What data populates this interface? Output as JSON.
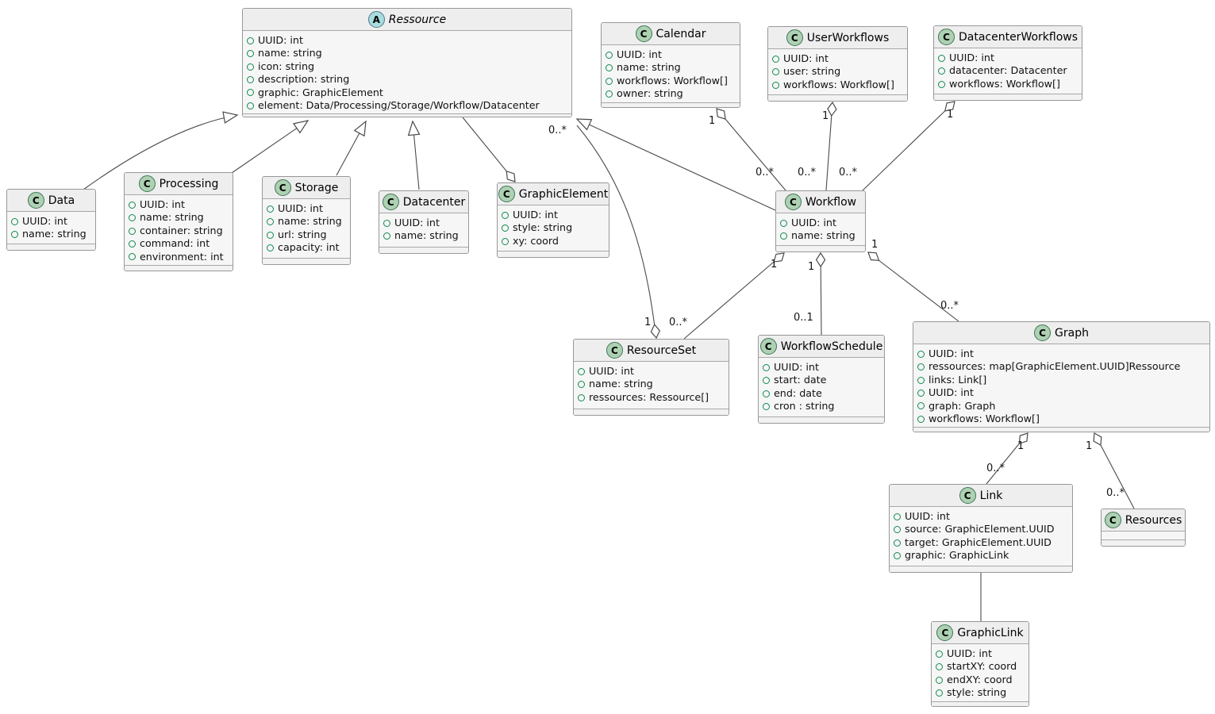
{
  "diagram": {
    "title": "UML class diagram",
    "classes": [
      {
        "name": "Ressource",
        "stereotype": "A",
        "abstract": true,
        "attrs": [
          "UUID: int",
          "name: string",
          "icon: string",
          "description: string",
          "graphic: GraphicElement",
          "element: Data/Processing/Storage/Workflow/Datacenter"
        ]
      },
      {
        "name": "Data",
        "stereotype": "C",
        "abstract": false,
        "attrs": [
          "UUID: int",
          "name: string"
        ]
      },
      {
        "name": "Processing",
        "stereotype": "C",
        "abstract": false,
        "attrs": [
          "UUID: int",
          "name: string",
          "container: string",
          "command: int",
          "environment: int"
        ]
      },
      {
        "name": "Storage",
        "stereotype": "C",
        "abstract": false,
        "attrs": [
          "UUID: int",
          "name: string",
          "url: string",
          "capacity: int"
        ]
      },
      {
        "name": "Datacenter",
        "stereotype": "C",
        "abstract": false,
        "attrs": [
          "UUID: int",
          "name: string"
        ]
      },
      {
        "name": "GraphicElement",
        "stereotype": "C",
        "abstract": false,
        "attrs": [
          "UUID: int",
          "style: string",
          "xy: coord"
        ]
      },
      {
        "name": "Calendar",
        "stereotype": "C",
        "abstract": false,
        "attrs": [
          "UUID: int",
          "name: string",
          "workflows: Workflow[]",
          "owner: string"
        ]
      },
      {
        "name": "UserWorkflows",
        "stereotype": "C",
        "abstract": false,
        "attrs": [
          "UUID: int",
          "user: string",
          "workflows: Workflow[]"
        ]
      },
      {
        "name": "DatacenterWorkflows",
        "stereotype": "C",
        "abstract": false,
        "attrs": [
          "UUID: int",
          "datacenter: Datacenter",
          "workflows: Workflow[]"
        ]
      },
      {
        "name": "Workflow",
        "stereotype": "C",
        "abstract": false,
        "attrs": [
          "UUID: int",
          "name: string"
        ]
      },
      {
        "name": "ResourceSet",
        "stereotype": "C",
        "abstract": false,
        "attrs": [
          "UUID: int",
          "name: string",
          "ressources: Ressource[]"
        ]
      },
      {
        "name": "WorkflowSchedule",
        "stereotype": "C",
        "abstract": false,
        "attrs": [
          "UUID: int",
          "start: date",
          "end: date",
          "cron : string"
        ]
      },
      {
        "name": "Graph",
        "stereotype": "C",
        "abstract": false,
        "attrs": [
          "UUID: int",
          "ressources: map[GraphicElement.UUID]Ressource",
          "links: Link[]",
          "UUID: int",
          "graph: Graph",
          "workflows: Workflow[]"
        ]
      },
      {
        "name": "Link",
        "stereotype": "C",
        "abstract": false,
        "attrs": [
          "UUID: int",
          "source: GraphicElement.UUID",
          "target: GraphicElement.UUID",
          "graphic: GraphicLink"
        ]
      },
      {
        "name": "Resources",
        "stereotype": "C",
        "abstract": false,
        "attrs": []
      },
      {
        "name": "GraphicLink",
        "stereotype": "C",
        "abstract": false,
        "attrs": [
          "UUID: int",
          "startXY: coord",
          "endXY: coord",
          "style: string"
        ]
      }
    ],
    "relations": [
      {
        "from": "Data",
        "to": "Ressource",
        "type": "generalization"
      },
      {
        "from": "Processing",
        "to": "Ressource",
        "type": "generalization"
      },
      {
        "from": "Storage",
        "to": "Ressource",
        "type": "generalization"
      },
      {
        "from": "Datacenter",
        "to": "Ressource",
        "type": "generalization"
      },
      {
        "from": "Workflow",
        "to": "Ressource",
        "type": "generalization"
      },
      {
        "from": "GraphicElement",
        "to": "Ressource",
        "type": "aggregation"
      },
      {
        "from": "Calendar",
        "to": "Workflow",
        "type": "aggregation",
        "from_label": "1",
        "to_label": "0..*"
      },
      {
        "from": "UserWorkflows",
        "to": "Workflow",
        "type": "aggregation",
        "from_label": "1",
        "to_label": "0..*"
      },
      {
        "from": "DatacenterWorkflows",
        "to": "Workflow",
        "type": "aggregation",
        "from_label": "1",
        "to_label": "0..*"
      },
      {
        "from": "Workflow",
        "to": "ResourceSet",
        "type": "aggregation",
        "from_label": "1",
        "to_label": "0..*"
      },
      {
        "from": "Workflow",
        "to": "WorkflowSchedule",
        "type": "aggregation",
        "from_label": "1",
        "to_label": "0..1"
      },
      {
        "from": "Workflow",
        "to": "Graph",
        "type": "aggregation",
        "from_label": "1",
        "to_label": "0..*"
      },
      {
        "from": "ResourceSet",
        "to": "Ressource",
        "type": "aggregation",
        "from_label": "1",
        "to_label": "0..*"
      },
      {
        "from": "Graph",
        "to": "Link",
        "type": "aggregation",
        "from_label": "1",
        "to_label": "0..*"
      },
      {
        "from": "Graph",
        "to": "Resources",
        "type": "aggregation",
        "from_label": "1",
        "to_label": "0..*"
      },
      {
        "from": "Link",
        "to": "GraphicLink",
        "type": "association"
      }
    ],
    "colors": {
      "class_icon_bg": "#add1b2",
      "abstract_icon_bg": "#a9dcdf",
      "box_bg": "#f6f6f6",
      "header_bg": "#eeeeee",
      "border": "#989898",
      "edge": "#4a4a4a",
      "field_icon": "#0f8a4d"
    }
  }
}
